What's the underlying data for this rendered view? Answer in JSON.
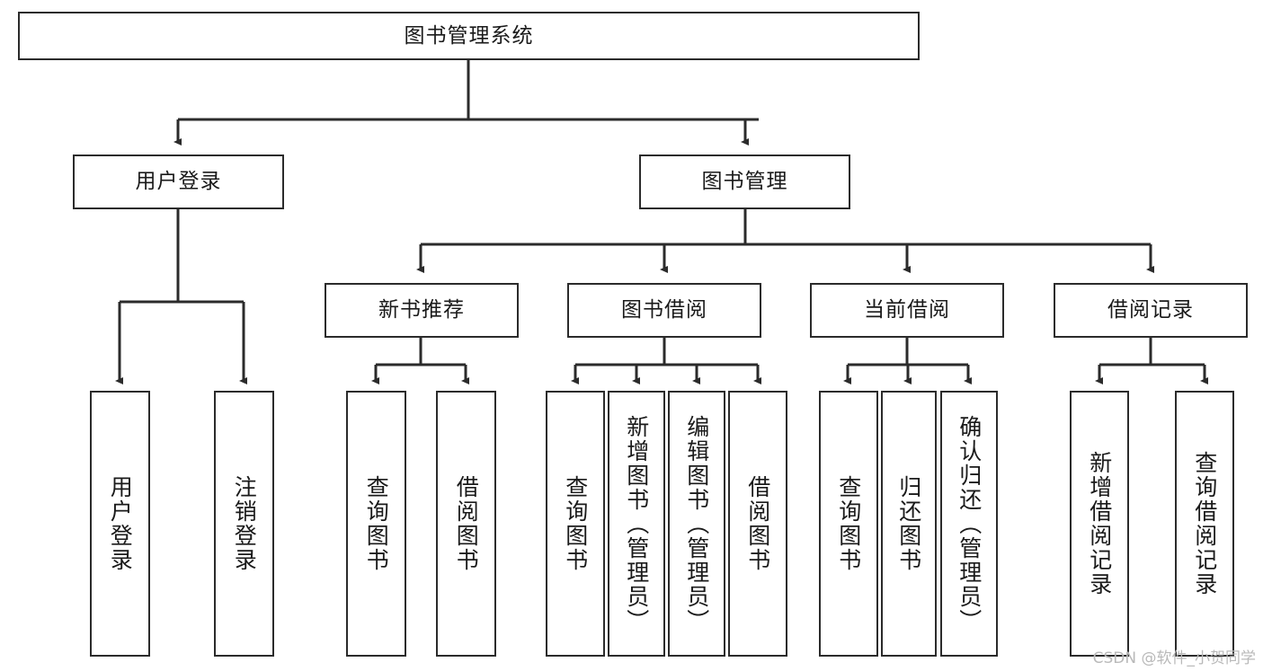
{
  "diagram": {
    "title_node": {
      "label": "图书管理系统"
    },
    "level2": [
      {
        "label": "用户登录"
      },
      {
        "label": "图书管理"
      }
    ],
    "level3": [
      {
        "label": "新书推荐"
      },
      {
        "label": "图书借阅"
      },
      {
        "label": "当前借阅"
      },
      {
        "label": "借阅记录"
      }
    ],
    "leaves": [
      {
        "label": "用户登录"
      },
      {
        "label": "注销登录"
      },
      {
        "label": "查询图书"
      },
      {
        "label": "借阅图书"
      },
      {
        "label": "查询图书"
      },
      {
        "label": "新增图书（管理员）"
      },
      {
        "label": "编辑图书（管理员）"
      },
      {
        "label": "借阅图书"
      },
      {
        "label": "查询图书"
      },
      {
        "label": "归还图书"
      },
      {
        "label": "确认归还（管理员）"
      },
      {
        "label": "新增借阅记录"
      },
      {
        "label": "查询借阅记录"
      }
    ],
    "watermark": "CSDN @软件_小贺同学",
    "colors": {
      "border": "#2b2b2b",
      "background": "#ffffff",
      "text": "#1a1a1a",
      "watermark": "#b9b9b9"
    }
  }
}
